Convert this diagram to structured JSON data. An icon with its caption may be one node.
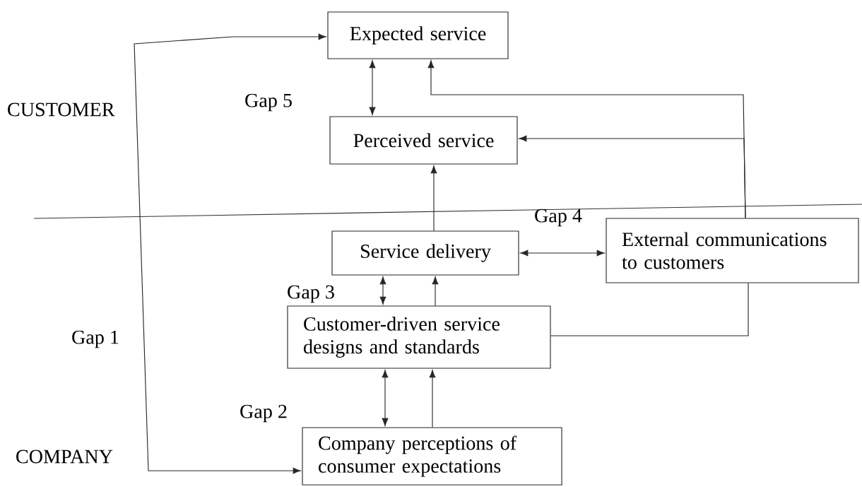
{
  "diagram": {
    "nodes": [
      {
        "text": [
          "Expected service"
        ]
      },
      {
        "text": [
          "Perceived service"
        ]
      },
      {
        "text": [
          "Service delivery"
        ]
      },
      {
        "text": [
          "External communications to customers"
        ]
      },
      {
        "text": [
          "Customer-driven service designs and standards"
        ]
      },
      {
        "text": [
          "Company perceptions of consumer expectations"
        ]
      }
    ],
    "edges": [
      {
        "from": 5,
        "to": 0,
        "arrow": "both"
      },
      {
        "from": 0,
        "to": 1,
        "arrow": "both"
      },
      {
        "from": 3,
        "to": 0,
        "arrow": "to"
      },
      {
        "from": 3,
        "to": 1,
        "arrow": "to"
      },
      {
        "from": 2,
        "to": 1,
        "arrow": "to"
      },
      {
        "from": 2,
        "to": 3,
        "arrow": "both"
      },
      {
        "from": 4,
        "to": 2,
        "arrow": "both"
      },
      {
        "from": 4,
        "to": 2,
        "arrow": "to"
      },
      {
        "from": 4,
        "to": 3,
        "arrow": "none"
      },
      {
        "from": 5,
        "to": 4,
        "arrow": "both"
      },
      {
        "from": 5,
        "to": 4,
        "arrow": "to"
      }
    ],
    "labels": [
      "CUSTOMER",
      "Gap 5",
      "Gap 4",
      "Gap 3",
      "Gap 1",
      "Gap 2",
      "COMPANY"
    ]
  }
}
